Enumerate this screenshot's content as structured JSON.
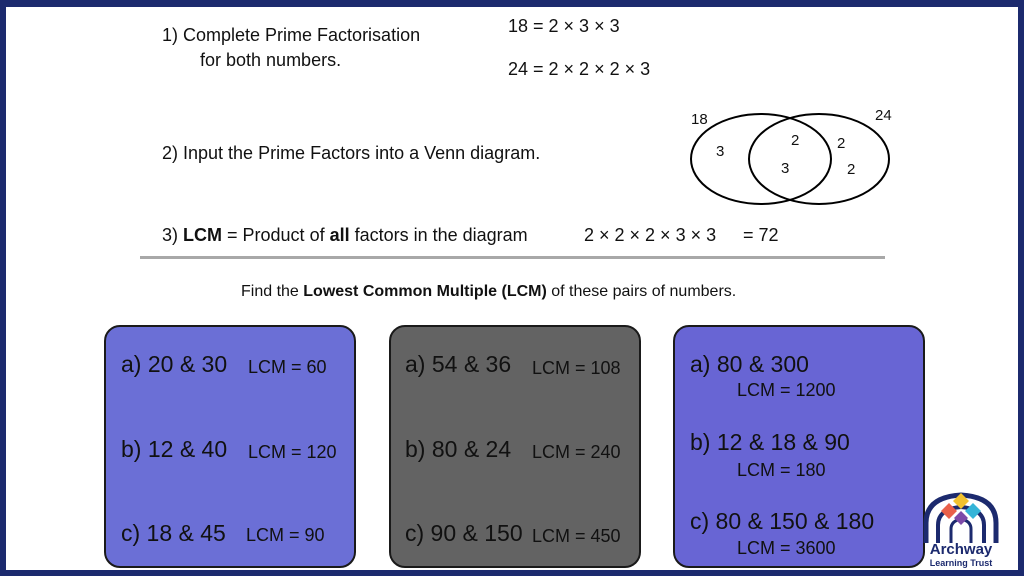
{
  "steps": {
    "step1_line1": "1) Complete Prime Factorisation",
    "step1_line2": "for both numbers.",
    "fact18": "18 = 2 × 3 × 3",
    "fact24": "24 = 2 × 2 × 2 × 3",
    "step2": "2) Input the Prime Factors into a Venn diagram.",
    "step3_prefix": "3) ",
    "step3_lcm": "LCM",
    "step3_mid": " = Product of ",
    "step3_all": "all",
    "step3_end": " factors in the diagram",
    "product": "2 × 2 × 2 × 3 × 3",
    "result": "= 72"
  },
  "venn": {
    "label_left": "18",
    "label_right": "24",
    "left_only": [
      "3"
    ],
    "intersection": [
      "2",
      "3"
    ],
    "right_only": [
      "2",
      "2"
    ]
  },
  "instruction": {
    "prefix": "Find the ",
    "bold": "Lowest Common Multiple (LCM)",
    "suffix": " of these pairs of numbers."
  },
  "boxes": {
    "colors": {
      "blue": "#6b6fd6",
      "grey": "#636363",
      "indigo": "#6865d4",
      "border": "#1c2a6e"
    },
    "b1": {
      "a_q": "a) 20 & 30",
      "a_lcm": "LCM = 60",
      "b_q": "b) 12 & 40",
      "b_lcm": "LCM = 120",
      "c_q": "c) 18 & 45",
      "c_lcm": "LCM = 90"
    },
    "b2": {
      "a_q": "a) 54 & 36",
      "a_lcm": "LCM = 108",
      "b_q": "b) 80 & 24",
      "b_lcm": "LCM = 240",
      "c_q": "c) 90 & 150",
      "c_lcm": "LCM = 450"
    },
    "b3": {
      "a_q": "a) 80 & 300",
      "a_lcm": "LCM = 1200",
      "b_q": "b) 12 & 18 & 90",
      "b_lcm": "LCM = 180",
      "c_q": "c) 80 & 150 & 180",
      "c_lcm": "LCM = 3600"
    }
  },
  "logo": {
    "name": "Archway",
    "subtitle": "Learning Trust"
  }
}
